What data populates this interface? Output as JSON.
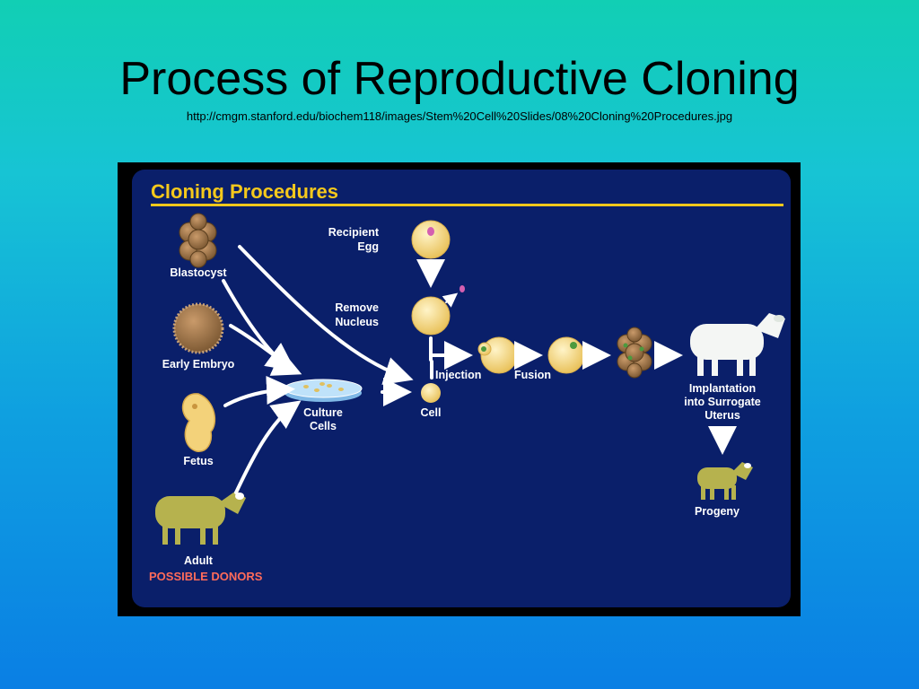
{
  "slide": {
    "title": "Process of Reproductive Cloning",
    "url": "http://cmgm.stanford.edu/biochem118/images/Stem%20Cell%20Slides/08%20Cloning%20Procedures.jpg"
  },
  "diagram": {
    "panel_title": "Cloning Procedures",
    "donors": {
      "blastocyst": "Blastocyst",
      "early_embryo": "Early Embryo",
      "fetus": "Fetus",
      "adult": "Adult",
      "caption": "POSSIBLE DONORS"
    },
    "culture_cells": [
      "Culture",
      "Cells"
    ],
    "cell": "Cell",
    "recipient_egg": [
      "Recipient",
      "Egg"
    ],
    "remove_nucleus": [
      "Remove",
      "Nucleus"
    ],
    "injection": "Injection",
    "fusion": "Fusion",
    "implantation": [
      "Implantation",
      "into Surrogate",
      "Uterus"
    ],
    "progeny": "Progeny"
  },
  "colors": {
    "panel_background": "#0a1f6a",
    "title_yellow": "#f5c81c",
    "donor_caption": "#ff6b5a",
    "egg": "#f3d27a",
    "sheep_olive": "#b6b24e",
    "sheep_white": "#f4f6f4"
  }
}
